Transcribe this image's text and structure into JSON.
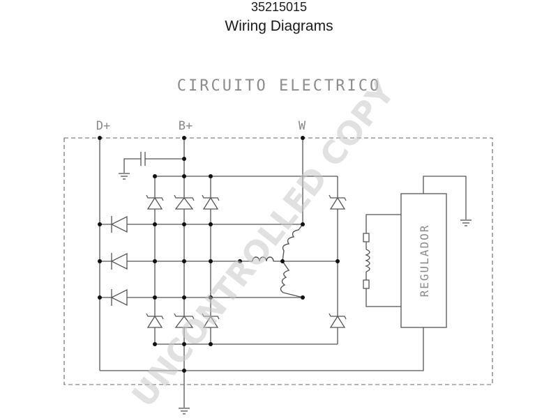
{
  "header": {
    "part_number": "35215015",
    "title": "Wiring Diagrams"
  },
  "diagram": {
    "title": "CIRCUITO ELECTRICO",
    "terminals": [
      "D+",
      "B+",
      "W"
    ],
    "regulator_label": "REGULADOR"
  },
  "watermark": "UNCONTROLLED COPY"
}
